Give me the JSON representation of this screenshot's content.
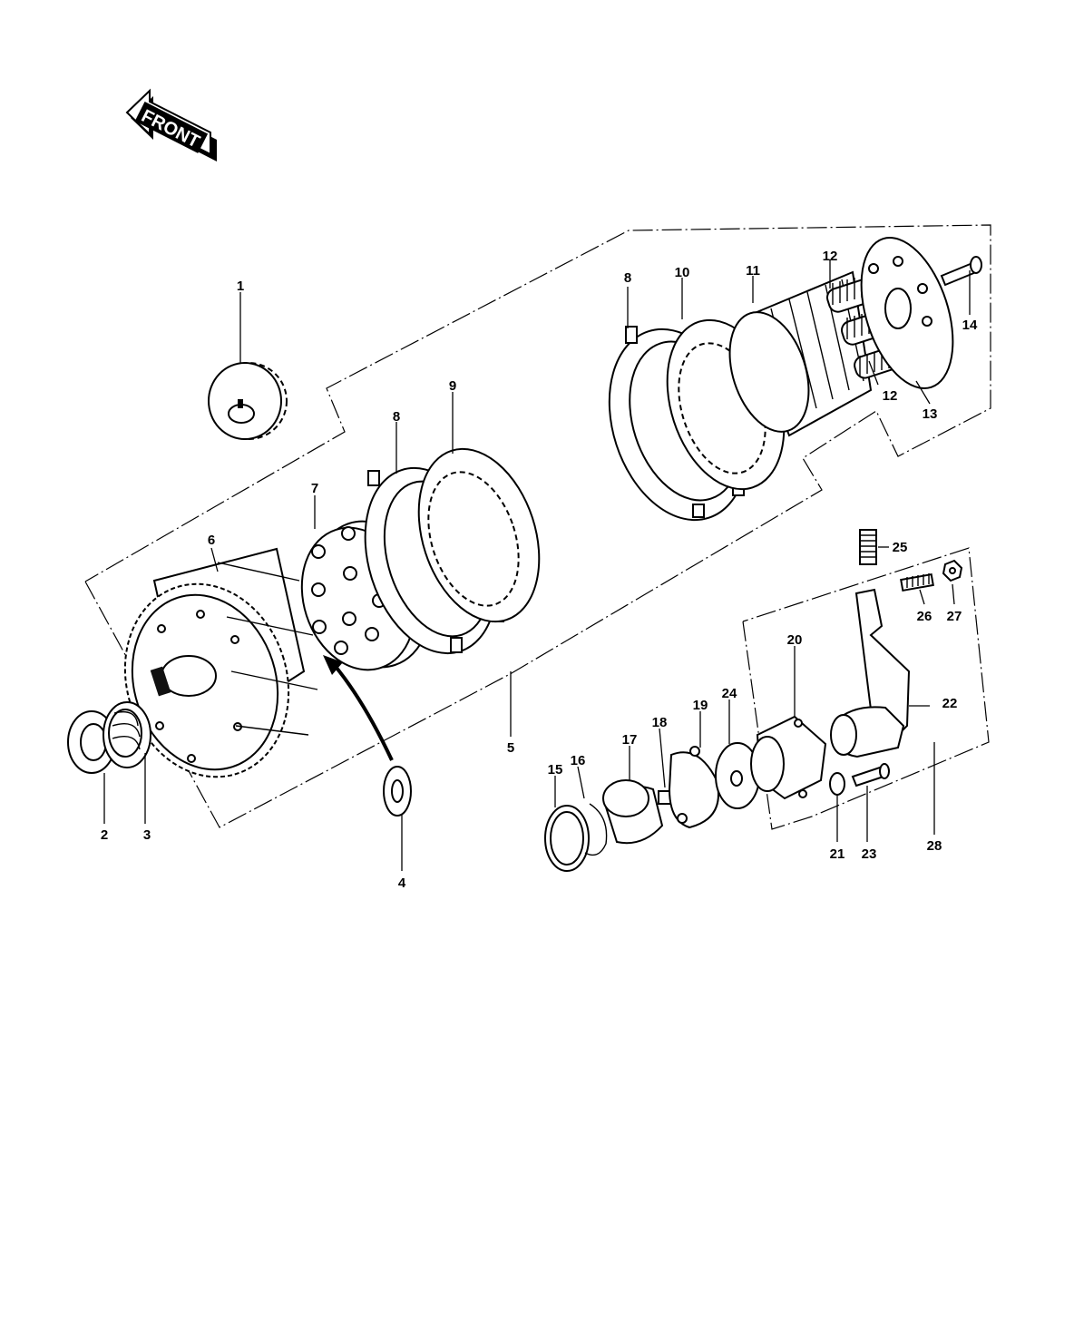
{
  "front_indicator": {
    "label": "FRONT"
  },
  "callouts": {
    "c1": "1",
    "c2": "2",
    "c3": "3",
    "c4": "4",
    "c5": "5",
    "c6": "6",
    "c7": "7",
    "c8a": "8",
    "c8b": "8",
    "c9": "9",
    "c10": "10",
    "c11": "11",
    "c12a": "12",
    "c12b": "12",
    "c13": "13",
    "c14": "14",
    "c15": "15",
    "c16": "16",
    "c17": "17",
    "c18": "18",
    "c19": "19",
    "c20": "20",
    "c21": "21",
    "c22": "22",
    "c23": "23",
    "c24": "24",
    "c25": "25",
    "c26": "26",
    "c27": "27",
    "c28": "28"
  },
  "colors": {
    "ink": "#000000",
    "paper": "#ffffff"
  }
}
